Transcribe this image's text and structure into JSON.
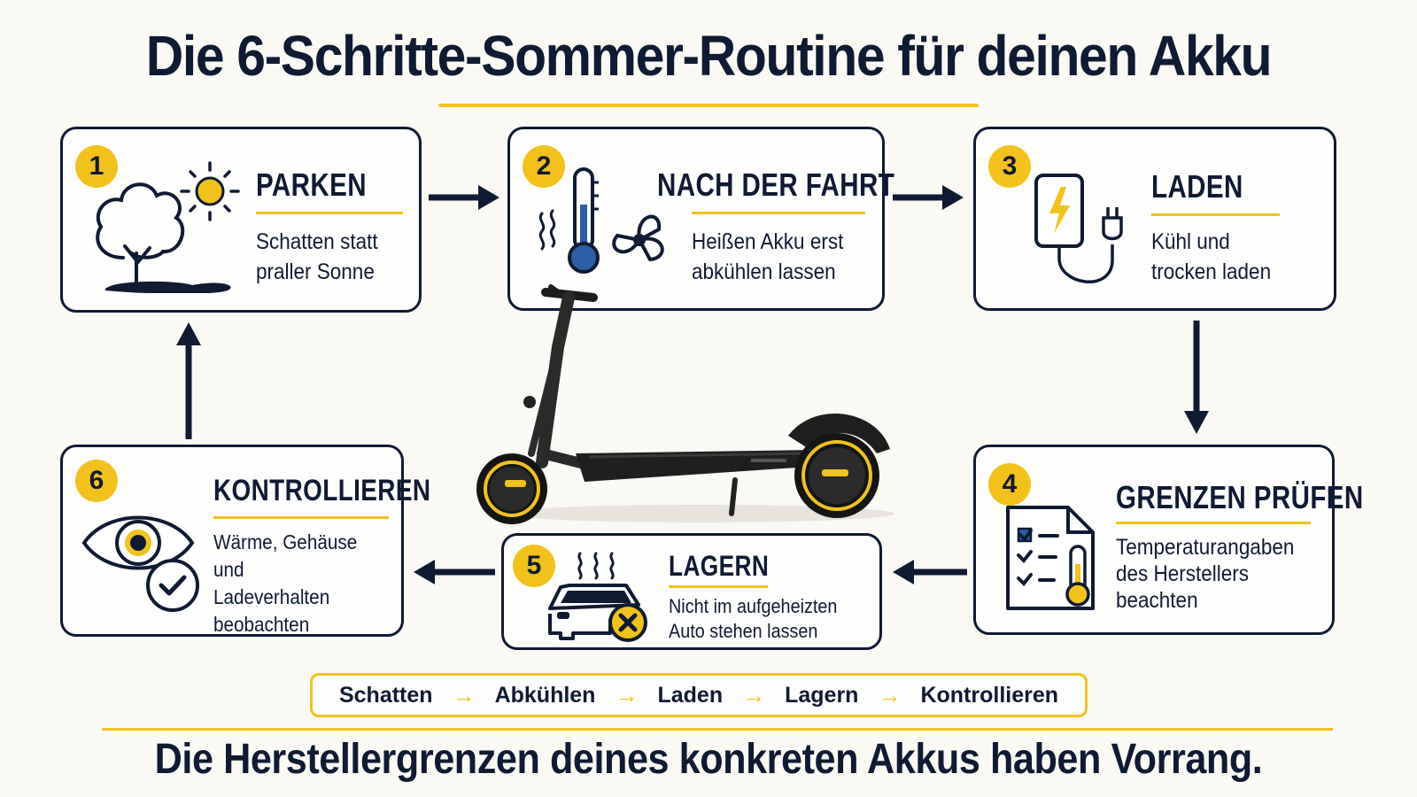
{
  "title": "Die 6-Schritte-Sommer-Routine für deinen Akku",
  "steps": [
    {
      "number": "1",
      "title": "PARKEN",
      "text": "Schatten statt\npraller Sonne",
      "icon": "tree-sun-icon"
    },
    {
      "number": "2",
      "title": "NACH DER FAHRT",
      "text": "Heißen Akku erst\nabkühlen lassen",
      "icon": "thermometer-fan-icon"
    },
    {
      "number": "3",
      "title": "LADEN",
      "text": "Kühl und\ntrocken laden",
      "icon": "battery-charger-icon"
    },
    {
      "number": "4",
      "title": "GRENZEN PRÜFEN",
      "text": "Temperaturangaben\ndes Herstellers\nbeachten",
      "icon": "checklist-thermometer-icon"
    },
    {
      "number": "5",
      "title": "LAGERN",
      "text": "Nicht im aufgeheizten\nAuto stehen lassen",
      "icon": "hot-car-icon"
    },
    {
      "number": "6",
      "title": "KONTROLLIEREN",
      "text": "Wärme, Gehäuse und\nLadeverhalten\nbeobachten",
      "icon": "eye-check-icon"
    }
  ],
  "chain": [
    "Schatten",
    "Abkühlen",
    "Laden",
    "Lagern",
    "Kontrollieren"
  ],
  "footer": "Die Herstellergrenzen deines konkreten Akkus haben Vorrang.",
  "colors": {
    "navy": "#0f1a33",
    "yellow": "#f2c21b",
    "background": "#faf9f4"
  }
}
